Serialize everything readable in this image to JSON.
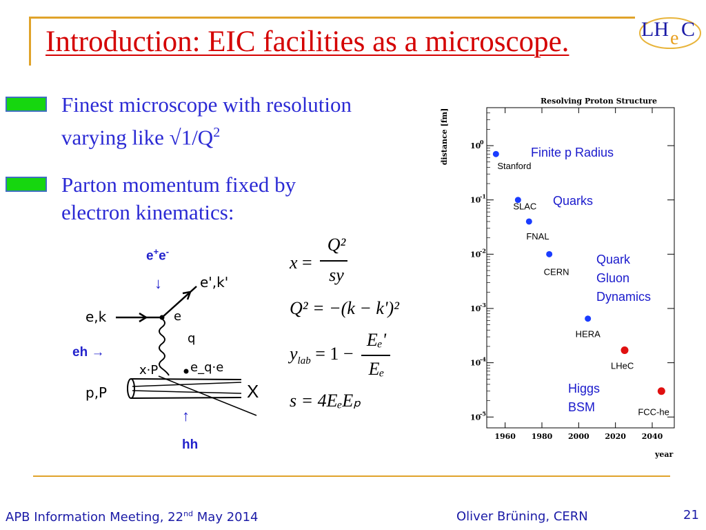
{
  "slide": {
    "title": "Introduction: EIC facilities as a microscope.",
    "logo": {
      "part1": "LH",
      "part2": "e",
      "part3": "C"
    },
    "bullets": [
      {
        "line1": "Finest microscope with resolution",
        "line2_prefix": "varying like √1/Q",
        "line2_sup": "2"
      },
      {
        "line1": "Parton momentum fixed by",
        "line2": "electron kinematics:"
      }
    ]
  },
  "diagram": {
    "ee_label": "e",
    "ee_sup1": "+",
    "ee_mid": "e",
    "ee_sup2": "-",
    "down_arrow": "↓",
    "eh_label": "eh",
    "right_arrow": "→",
    "up_arrow": "↑",
    "hh_label": "hh",
    "X_label": "X",
    "hand_ek": "e,k",
    "hand_e": "e",
    "hand_ekp": "e',k'",
    "hand_q": "q",
    "hand_xp": "x·P",
    "hand_eqe": "e_q·e",
    "hand_pp": "p,P"
  },
  "equations": {
    "eq1_lhs": "x =",
    "eq1_num": "Q²",
    "eq1_den": "sy",
    "eq2": "Q² = −(k − k')²",
    "eq3_lhs": "y",
    "eq3_sub": "lab",
    "eq3_mid": " = 1 −",
    "eq3_num": "Eₑ'",
    "eq3_den": "Eₑ",
    "eq4": "s = 4EₑEₚ"
  },
  "chart_data": {
    "type": "scatter",
    "title": "Resolving Proton Structure",
    "xlabel": "year",
    "ylabel": "distance [fm]",
    "xlim": [
      1950,
      2052
    ],
    "ylim_log10": [
      -5.2,
      0.7
    ],
    "x_ticks": [
      1960,
      1980,
      2000,
      2020,
      2040
    ],
    "y_ticks": [
      {
        "label": "10",
        "exp": "0",
        "value": 1
      },
      {
        "label": "10",
        "exp": "-1",
        "value": 0.1
      },
      {
        "label": "10",
        "exp": "-2",
        "value": 0.01
      },
      {
        "label": "10",
        "exp": "-3",
        "value": 0.001
      },
      {
        "label": "10",
        "exp": "-4",
        "value": 0.0001
      },
      {
        "label": "10",
        "exp": "-5",
        "value": 1e-05
      }
    ],
    "points": [
      {
        "label": "Stanford",
        "x": 1955,
        "y": 0.7,
        "color": "#1a3cff"
      },
      {
        "label": "SLAC",
        "x": 1967,
        "y": 0.1,
        "color": "#1a3cff"
      },
      {
        "label": "FNAL",
        "x": 1973,
        "y": 0.04,
        "color": "#1a3cff"
      },
      {
        "label": "CERN",
        "x": 1984,
        "y": 0.01,
        "color": "#1a3cff"
      },
      {
        "label": "HERA",
        "x": 2005,
        "y": 0.00065,
        "color": "#1a3cff"
      },
      {
        "label": "LHeC",
        "x": 2025,
        "y": 0.00017,
        "color": "#e01010"
      },
      {
        "label": "FCC-he",
        "x": 2045,
        "y": 3e-05,
        "color": "#e01010"
      }
    ],
    "annotations": [
      "Finite p Radius",
      "Quarks",
      "Quark",
      "Gluon",
      "Dynamics",
      "Higgs",
      "BSM"
    ]
  },
  "footer": {
    "left_prefix": "APB Information Meeting, 22",
    "left_sup": "nd",
    "left_suffix": " May 2014",
    "center": "Oliver Brüning, CERN",
    "page": "21"
  }
}
